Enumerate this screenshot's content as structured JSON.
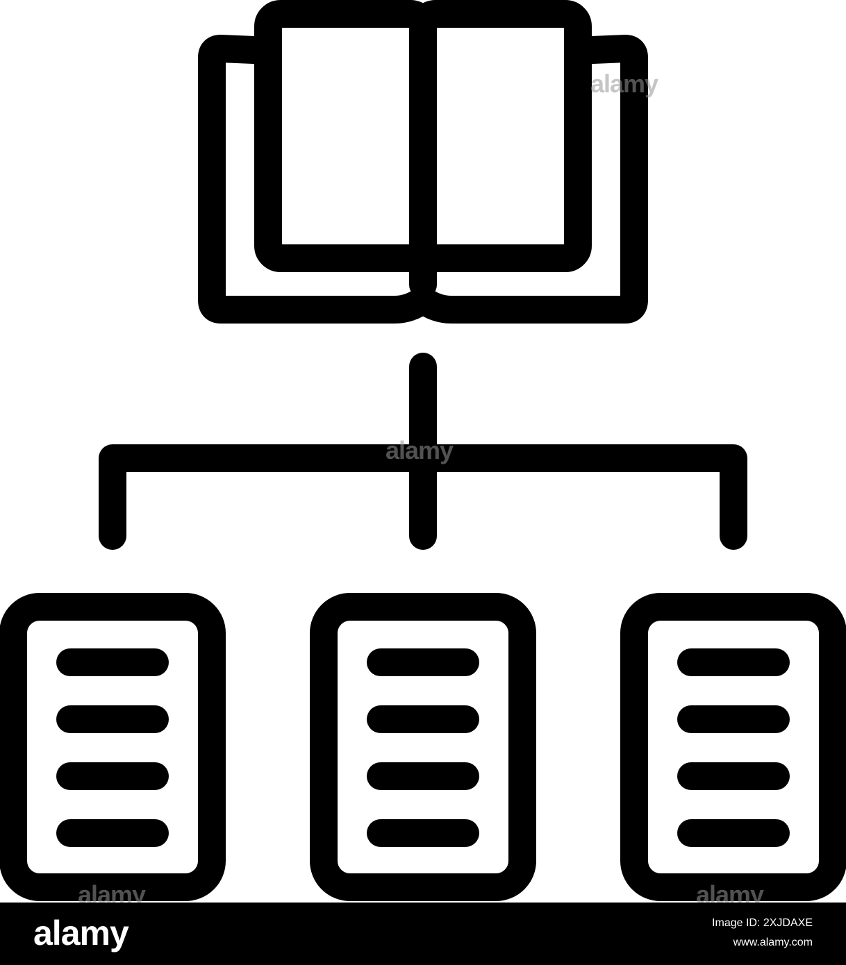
{
  "colors": {
    "stroke": "#000000",
    "background": "#ffffff",
    "footer_background": "#000000",
    "footer_text": "#ffffff",
    "watermark": "#969696"
  },
  "icon": {
    "book_icon": "open-book-icon",
    "document_icon": "document-list-icon",
    "connector": "hierarchy-connector",
    "documents": [
      {
        "name": "document-left"
      },
      {
        "name": "document-center"
      },
      {
        "name": "document-right"
      }
    ],
    "lines_per_document": 4
  },
  "watermark": {
    "text": "alamy"
  },
  "footer": {
    "logo": "alamy",
    "image_id": "Image ID: 2XJDAXE",
    "site": "www.alamy.com"
  }
}
